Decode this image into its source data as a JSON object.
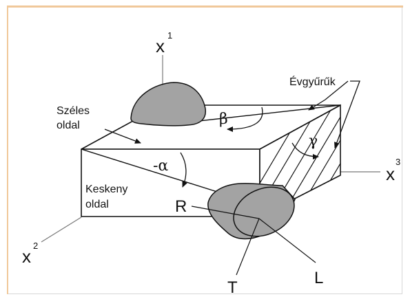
{
  "axes": {
    "x1": {
      "base": "x",
      "sup": "1"
    },
    "x2": {
      "base": "x",
      "sup": "2"
    },
    "x3": {
      "base": "x",
      "sup": "3"
    }
  },
  "labels": {
    "szeles_line1": "Széles",
    "szeles_line2": "oldal",
    "keskeny_line1": "Keskeny",
    "keskeny_line2": "oldal",
    "evgyuruk": "Évgyűrűk",
    "beta": "β",
    "alpha": "-α",
    "gamma": "γ",
    "R": "R",
    "L": "L",
    "T": "T"
  },
  "colors": {
    "knot_fill": "#a3a3a3",
    "line": "#111111",
    "axis_line": "#777777",
    "frame_accent": "#f0c89a"
  }
}
